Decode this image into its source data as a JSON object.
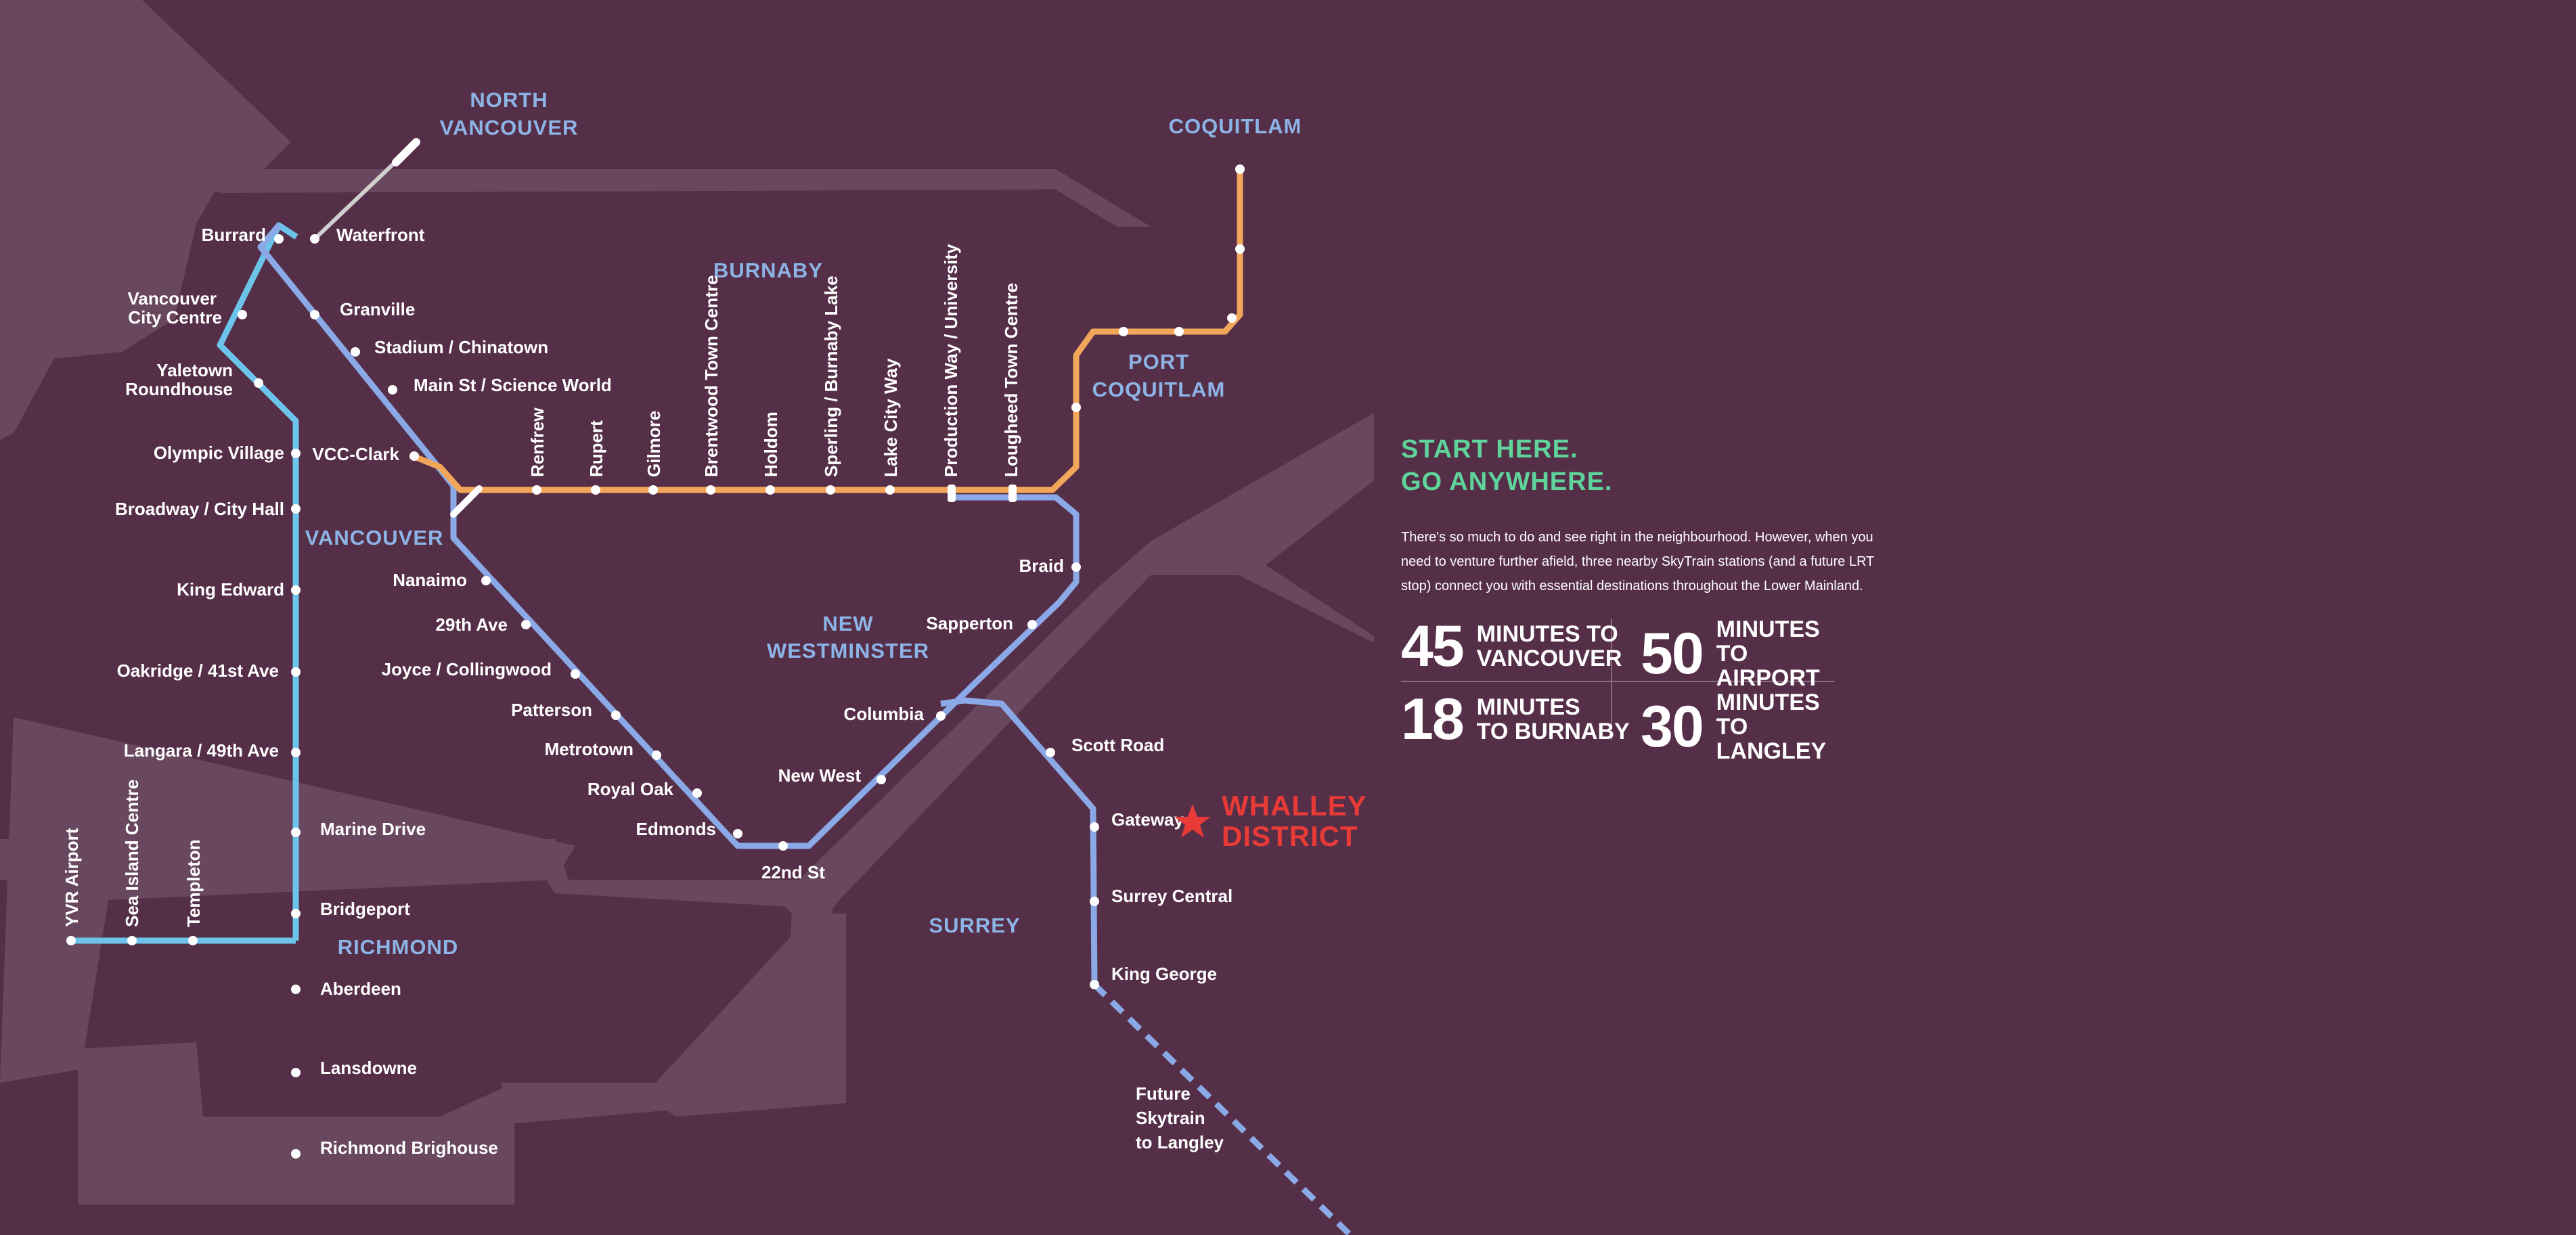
{
  "areas": {
    "north_vancouver": [
      "NORTH",
      "VANCOUVER"
    ],
    "coquitlam": "COQUITLAM",
    "burnaby": "BURNABY",
    "port_coquitlam": [
      "PORT",
      "COQUITLAM"
    ],
    "vancouver": "VANCOUVER",
    "new_westminster": [
      "NEW",
      "WESTMINSTER"
    ],
    "richmond": "RICHMOND",
    "surrey": "SURREY"
  },
  "stations": {
    "burrard": "Burrard",
    "waterfront": "Waterfront",
    "vancouver_city_centre": [
      "Vancouver",
      "City Centre"
    ],
    "granville": "Granville",
    "stadium": "Stadium / Chinatown",
    "main_st": "Main St / Science World",
    "yaletown": [
      "Yaletown",
      "Roundhouse"
    ],
    "olympic_village": "Olympic Village",
    "vcc_clark": "VCC-Clark",
    "broadway": "Broadway / City Hall",
    "king_edward": "King Edward",
    "oakridge": "Oakridge / 41st Ave",
    "langara": "Langara / 49th Ave",
    "marine_drive": "Marine Drive",
    "bridgeport": "Bridgeport",
    "aberdeen": "Aberdeen",
    "lansdowne": "Lansdowne",
    "richmond_brighouse": "Richmond Brighouse",
    "yvr_airport": "YVR Airport",
    "sea_island": "Sea Island Centre",
    "templeton": "Templeton",
    "renfrew": "Renfrew",
    "rupert": "Rupert",
    "gilmore": "Gilmore",
    "brentwood": "Brentwood Town Centre",
    "holdom": "Holdom",
    "sperling": "Sperling / Burnaby Lake",
    "lake_city": "Lake City Way",
    "production_way": "Production Way / University",
    "lougheed": "Lougheed Town Centre",
    "nanaimo": "Nanaimo",
    "29th_ave": "29th Ave",
    "joyce": "Joyce / Collingwood",
    "patterson": "Patterson",
    "metrotown": "Metrotown",
    "royal_oak": "Royal Oak",
    "edmonds": "Edmonds",
    "22nd_st": "22nd St",
    "new_west": "New West",
    "columbia": "Columbia",
    "sapperton": "Sapperton",
    "braid": "Braid",
    "scott_road": "Scott Road",
    "gateway": "Gateway",
    "surrey_central": "Surrey Central",
    "king_george": "King George",
    "future": [
      "Future",
      "Skytrain",
      "to Langley"
    ]
  },
  "destination": [
    "WHALLEY",
    "DISTRICT"
  ],
  "panel": {
    "tagline_1": "START HERE.",
    "tagline_2": "GO ANYWHERE.",
    "paragraph": "There's so much to do and see right in the neighbourhood. However, when you need to venture further afield, three nearby SkyTrain stations (and a future LRT stop) connect you with essential destinations throughout the Lower Mainland.",
    "stats": [
      {
        "num": "45",
        "line1": "MINUTES TO",
        "line2": "VANCOUVER"
      },
      {
        "num": "50",
        "line1": "MINUTES",
        "line2": "TO AIRPORT"
      },
      {
        "num": "18",
        "line1": "MINUTES",
        "line2": "TO BURNABY"
      },
      {
        "num": "30",
        "line1": "MINUTES",
        "line2": "TO LANGLEY"
      }
    ]
  },
  "colors": {
    "background": "#552f48",
    "land": "#7a5d72",
    "canada_line": "#6cc4ea",
    "expo_line": "#8aa9e6",
    "millennium_line": "#f2a65a",
    "seabus": "#d0d0d0",
    "area_label": "#8db4e6",
    "tagline": "#5fd49a",
    "destination": "#e83a36"
  }
}
